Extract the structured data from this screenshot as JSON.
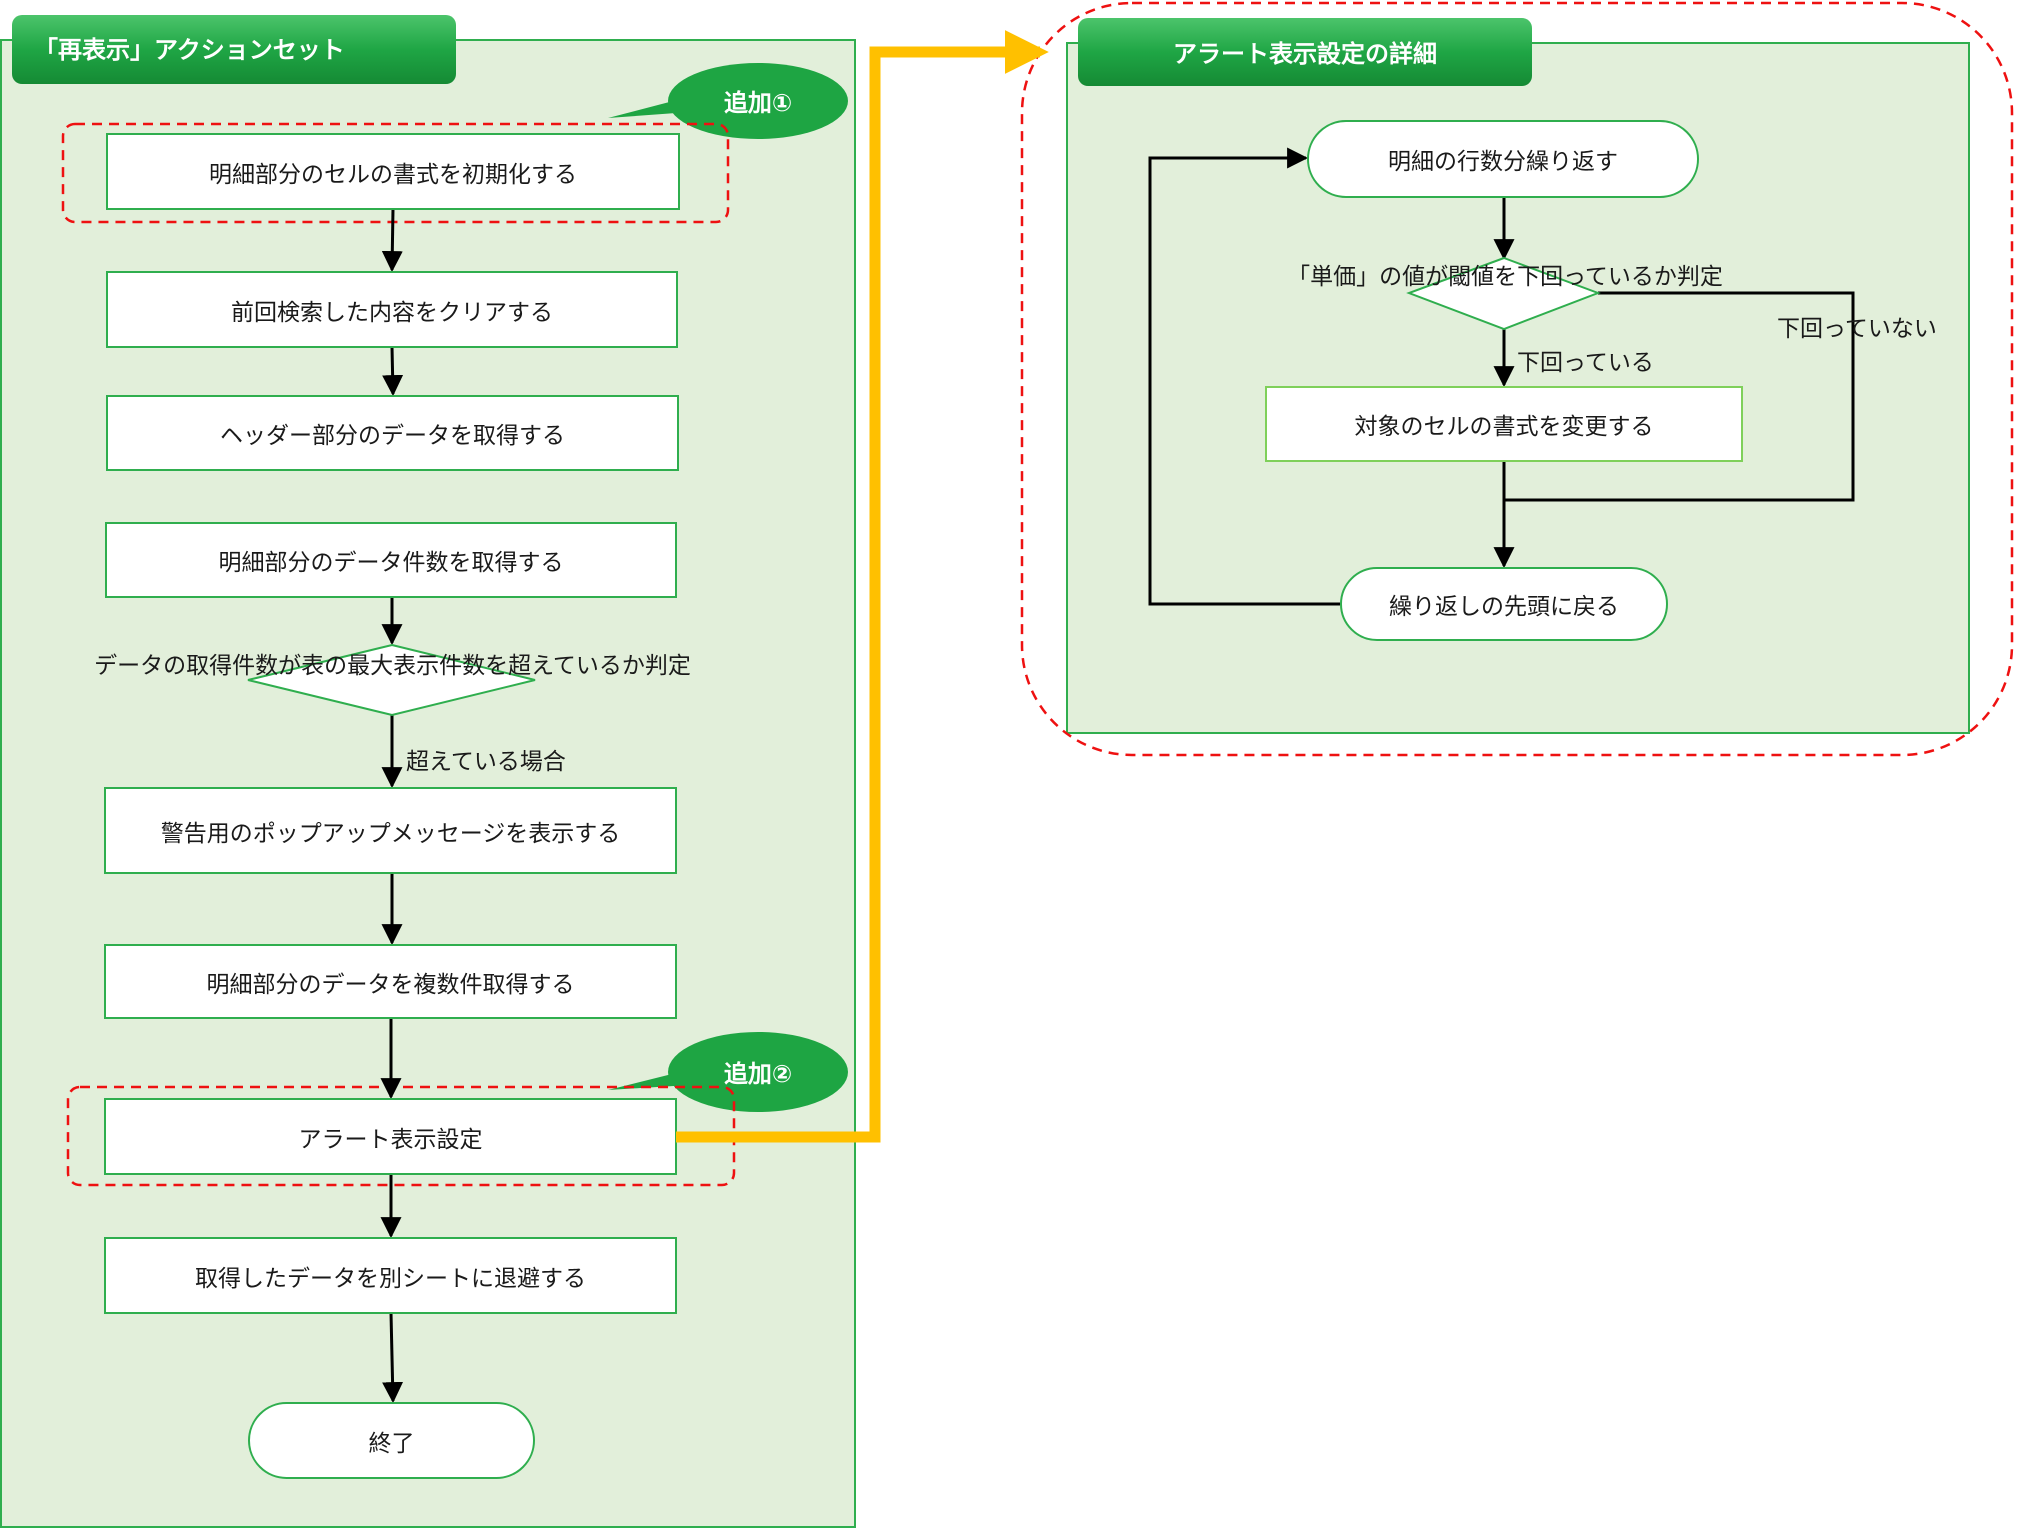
{
  "panels": {
    "left_title": "「再表示」アクションセット",
    "right_title": "アラート表示設定の詳細"
  },
  "callouts": {
    "add1": "追加①",
    "add2": "追加②"
  },
  "left_flow": {
    "step1": "明細部分のセルの書式を初期化する",
    "step2": "前回検索した内容をクリアする",
    "step3": "ヘッダー部分のデータを取得する",
    "step4": "明細部分のデータ件数を取得する",
    "decision": "データの取得件数が表の最大表示件数を超えているか判定",
    "decision_yes": "超えている場合",
    "step5": "警告用のポップアップメッセージを表示する",
    "step6": "明細部分のデータを複数件取得する",
    "step7": "アラート表示設定",
    "step8": "取得したデータを別シートに退避する",
    "end": "終了"
  },
  "right_flow": {
    "loop_start": "明細の行数分繰り返す",
    "decision": "「単価」の値が閾値を下回っているか判定",
    "yes_label": "下回っている",
    "no_label": "下回っていない",
    "action": "対象のセルの書式を変更する",
    "loop_end": "繰り返しの先頭に戻る"
  },
  "colors": {
    "panel_fill": "#e2efda",
    "panel_border": "#2fae4e",
    "header_fill": "#1fa645",
    "callout_fill": "#1ea543",
    "dash_red": "#ee1111",
    "connector_yellow": "#ffc000"
  }
}
